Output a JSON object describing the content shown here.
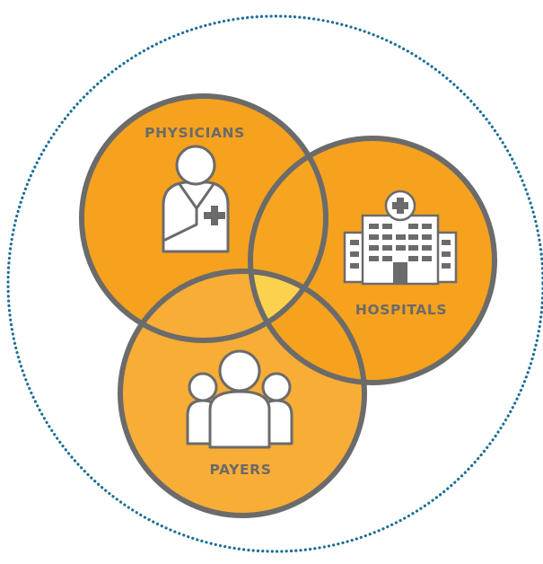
{
  "diagram": {
    "type": "venn",
    "sets": [
      {
        "id": "physicians",
        "label": "PHYSICIANS",
        "icon": "doctor-icon"
      },
      {
        "id": "hospitals",
        "label": "HOSPITALS",
        "icon": "hospital-icon"
      },
      {
        "id": "payers",
        "label": "PAYERS",
        "icon": "people-group-icon"
      }
    ],
    "overlap_highlight": "physicians-hospitals-payers"
  },
  "colors": {
    "circle_fill": "#f6a21e",
    "circle_fill_light": "#f8ad36",
    "overlap_fill": "#fbd24e",
    "circle_stroke": "#6b6b6b",
    "icon_fill": "#ffffff",
    "icon_stroke": "#6b6b6b",
    "label_text": "#6a6a6a",
    "outer_dotted_ring": "#1d6e96"
  }
}
